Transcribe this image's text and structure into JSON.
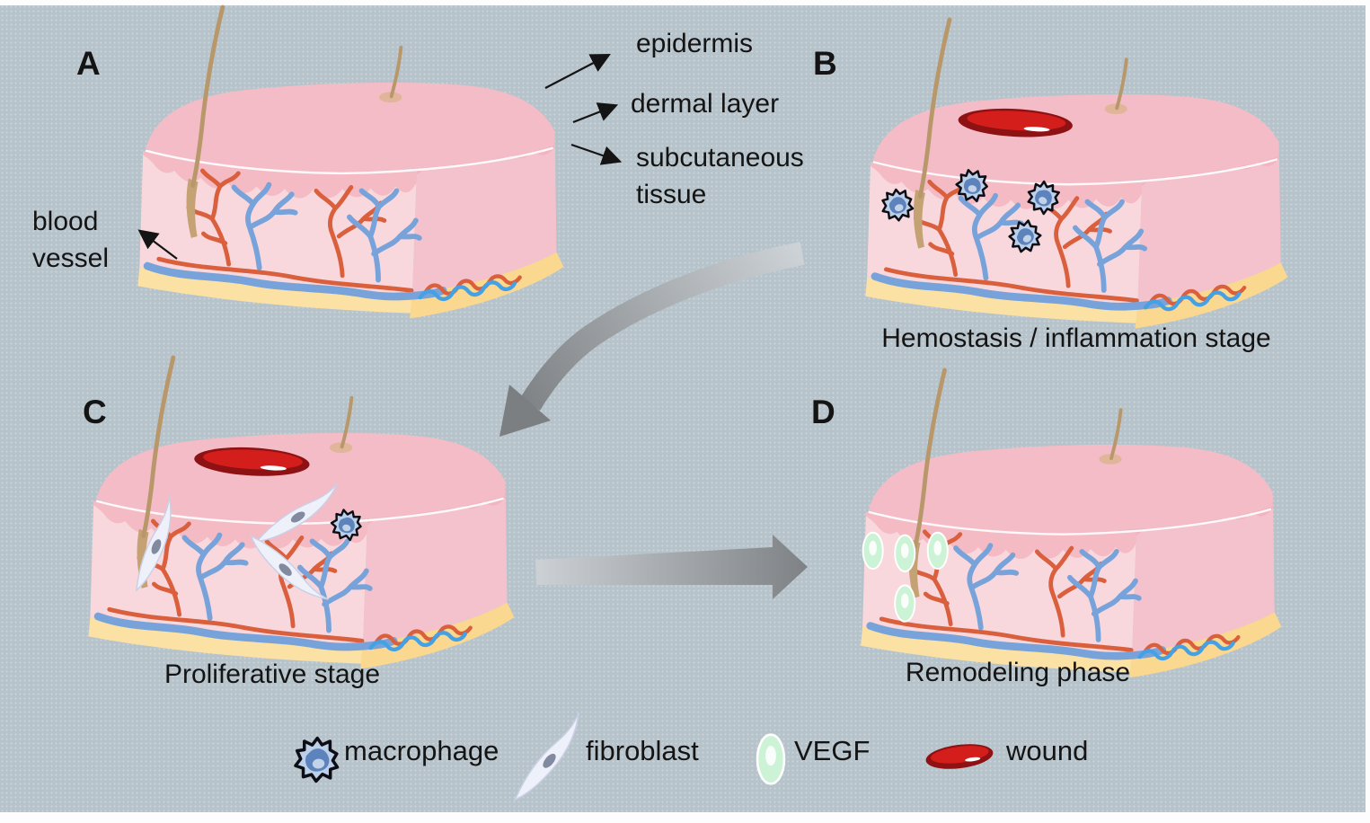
{
  "figure": {
    "title": "Wound healing stages diagram",
    "background": "#b7c3ca",
    "text_color": "#141414",
    "panels": [
      {
        "letter": "A",
        "caption": ""
      },
      {
        "letter": "B",
        "caption": "Hemostasis / inflammation stage"
      },
      {
        "letter": "C",
        "caption": "Proliferative stage"
      },
      {
        "letter": "D",
        "caption": "Remodeling phase"
      }
    ],
    "annotations": {
      "epidermis": "epidermis",
      "dermal_layer": "dermal layer",
      "subcutaneous_lines": [
        "subcutaneous",
        "tissue"
      ],
      "blood_vessel_lines": [
        "blood",
        "vessel"
      ]
    },
    "legend": {
      "items": [
        {
          "icon": "macrophage-icon",
          "label": "macrophage"
        },
        {
          "icon": "fibroblast-icon",
          "label": "fibroblast"
        },
        {
          "icon": "vegf-icon",
          "label": "VEGF"
        },
        {
          "icon": "wound-icon",
          "label": "wound"
        }
      ]
    },
    "colors": {
      "background": "#b7c3ca",
      "skin_top": "#f3bcc6",
      "dermis_front": "#f9d8dd",
      "epidermis_band": "#f4bbc5",
      "side_face": "#f4c2cc",
      "subcutaneous_yellow": "#fce1a5",
      "subcutaneous_wedge": "#fbd88f",
      "vessel_red": "#da5f3c",
      "vessel_blue": "#78a3da",
      "capillary_blue": "#45a1e4",
      "hair_tan": "#b8986b",
      "wound_dark": "#8e1113",
      "wound_red": "#d41e1c",
      "macrophage_light": "#bdd0e9",
      "macrophage_blue": "#5d83bd",
      "fibroblast_white": "#eef1fa",
      "vegf_green": "#cdf3d7",
      "arrow_gray_light": "#ccd1d5",
      "arrow_gray_dark": "#7e8285",
      "text": "#141414"
    }
  }
}
